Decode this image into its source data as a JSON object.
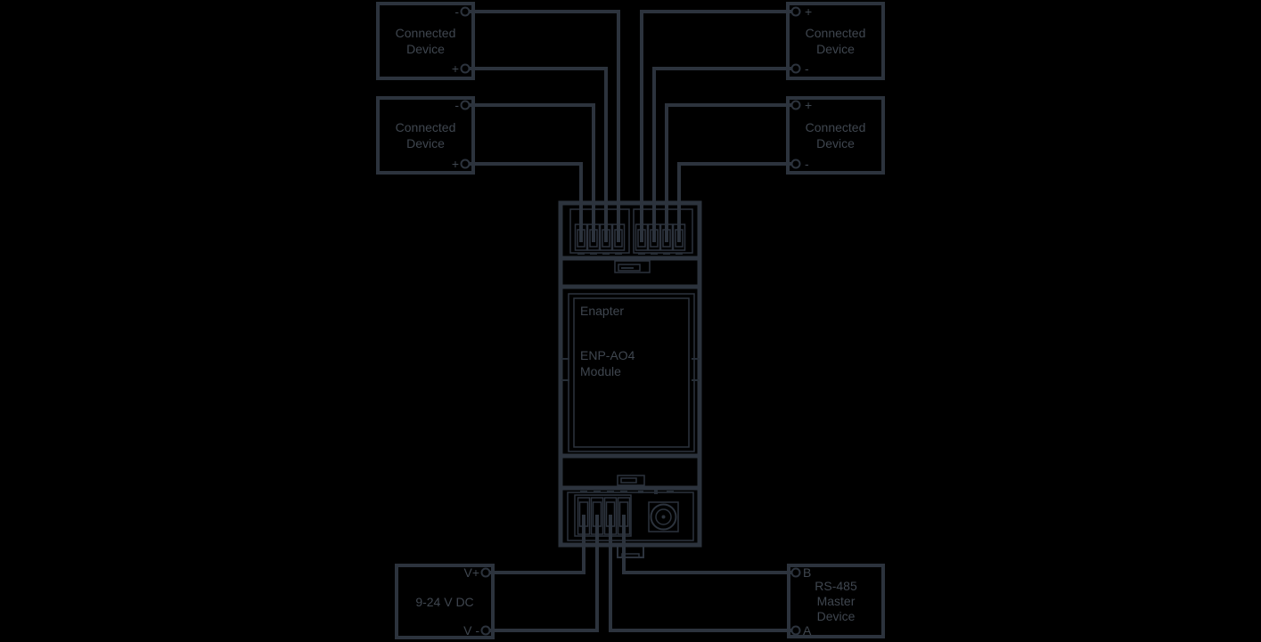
{
  "colors": {
    "background": "#000000",
    "line": "#2c333d",
    "text": "#3f464f"
  },
  "module": {
    "brand": "Enapter",
    "model": "ENP-AO4",
    "type": "Module"
  },
  "connected_devices": [
    {
      "label": [
        "Connected",
        "Device"
      ],
      "top_terminal": "-",
      "bottom_terminal": "+"
    },
    {
      "label": [
        "Connected",
        "Device"
      ],
      "top_terminal": "-",
      "bottom_terminal": "+"
    },
    {
      "label": [
        "Connected",
        "Device"
      ],
      "top_terminal": "+",
      "bottom_terminal": "-"
    },
    {
      "label": [
        "Connected",
        "Device"
      ],
      "top_terminal": "+",
      "bottom_terminal": "-"
    }
  ],
  "power_supply": {
    "label": "9-24 V DC",
    "top_terminal": "V+",
    "bottom_terminal": "V -"
  },
  "rs485_master": {
    "label": [
      "RS-485",
      "Master",
      "Device"
    ],
    "top_terminal": "B",
    "bottom_terminal": "A"
  }
}
